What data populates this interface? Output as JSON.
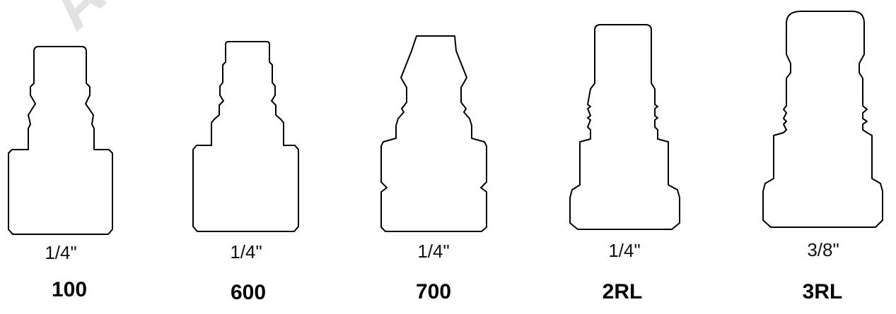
{
  "title": "",
  "plugs": [
    {
      "size": "1/4\"",
      "model": "100"
    },
    {
      "size": "1/4\"",
      "model": "600"
    },
    {
      "size": "1/4\"",
      "model": "700"
    },
    {
      "size": "1/4\"",
      "model": "2RL"
    },
    {
      "size": "3/8\"",
      "model": "3RL"
    }
  ],
  "watermark": "All"
}
